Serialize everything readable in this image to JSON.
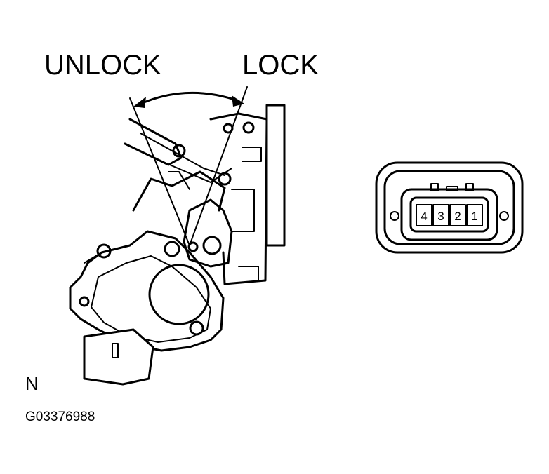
{
  "labels": {
    "unlock": "UNLOCK",
    "lock": "LOCK",
    "orientation": "N",
    "figure_code": "G03376988"
  },
  "connector": {
    "pins": [
      "4",
      "3",
      "2",
      "1"
    ]
  },
  "colors": {
    "ink": "#000000",
    "paper": "#ffffff"
  }
}
